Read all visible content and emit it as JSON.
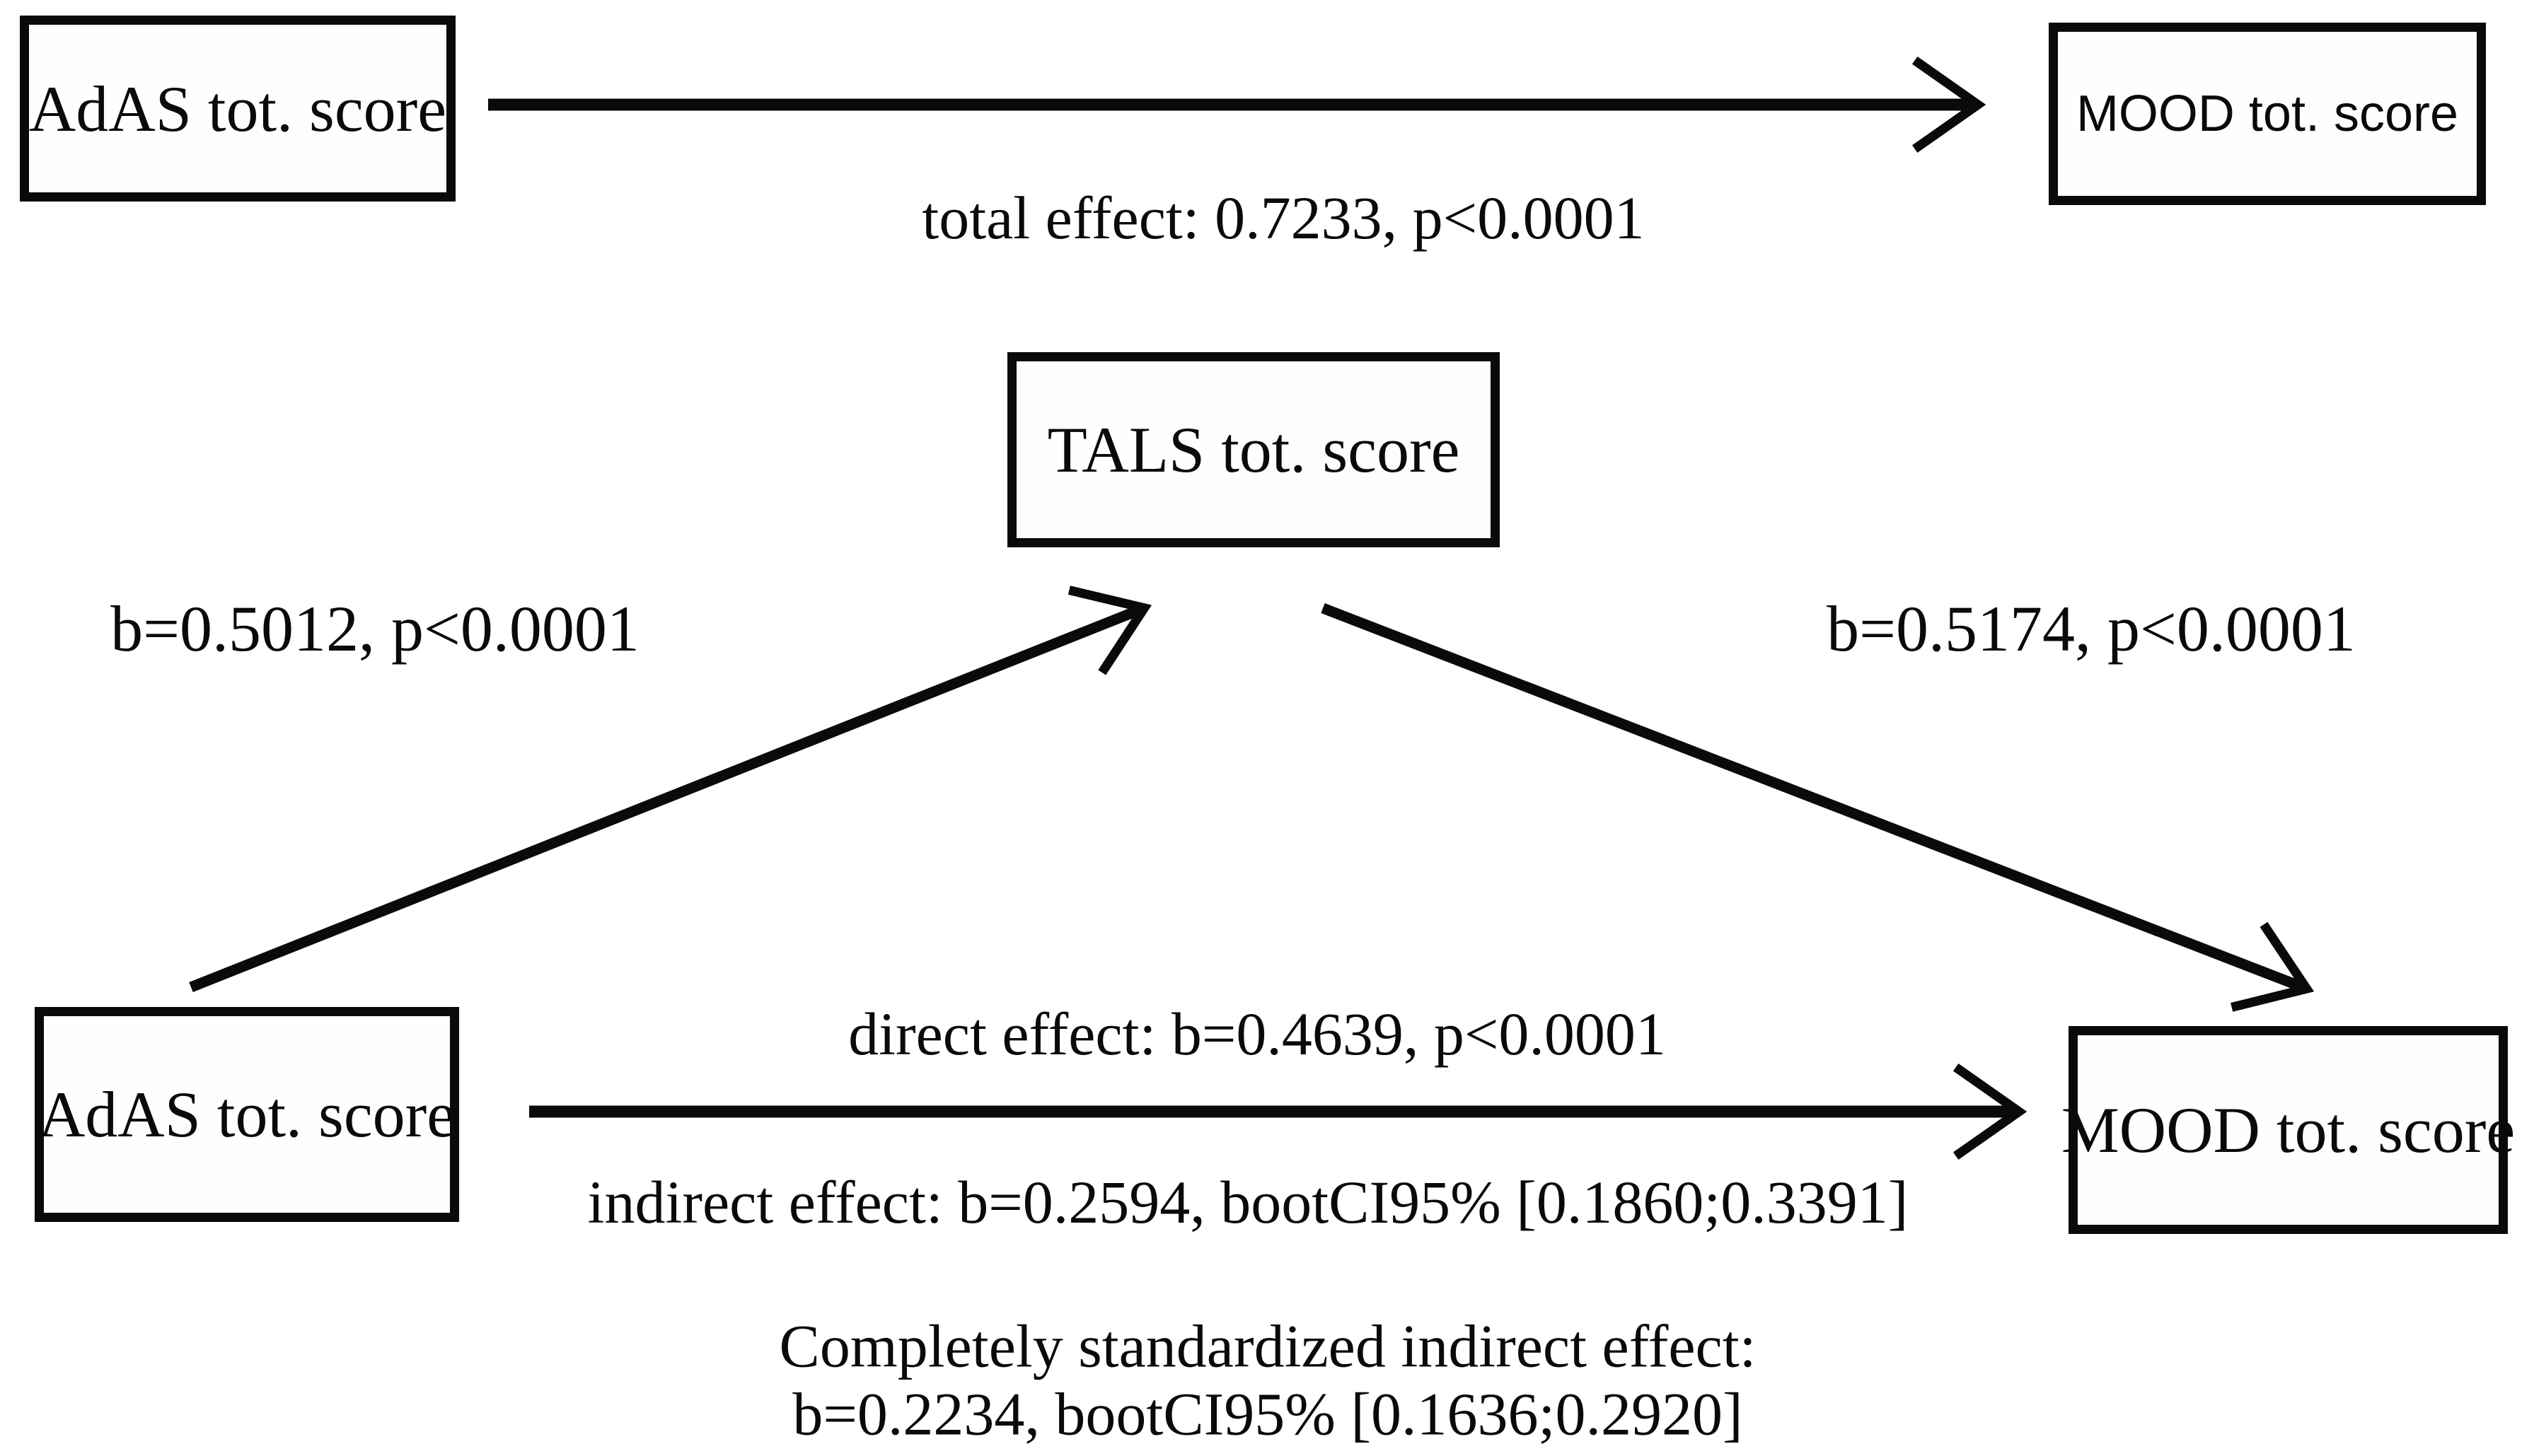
{
  "figure": {
    "background_color": "#ffffff",
    "ink_color": "#0a0a0a",
    "description": "Mediation analysis path diagram"
  },
  "top_model": {
    "predictor_box_label": "AdAS tot. score",
    "outcome_box_label": "MOOD tot. score",
    "total_effect_label": "total effect: 0.7233, p<0.0001"
  },
  "mediation_model": {
    "mediator_box_label": "TALS tot. score",
    "predictor_box_label": "AdAS tot. score",
    "outcome_box_label": "MOOD tot. score",
    "a_path_label": "b=0.5012, p<0.0001",
    "b_path_label": "b=0.5174, p<0.0001",
    "direct_effect_label": "direct effect: b=0.4639, p<0.0001",
    "indirect_effect_label": "indirect effect: b=0.2594, bootCI95% [0.1860;0.3391]",
    "standardized_note_line1": "Completely standardized indirect effect:",
    "standardized_note_line2": "b=0.2234, bootCI95% [0.1636;0.2920]"
  }
}
